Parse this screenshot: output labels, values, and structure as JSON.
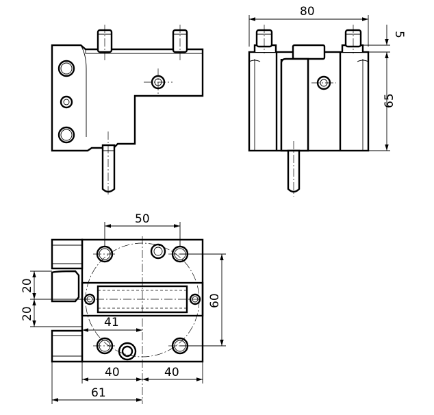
{
  "drawing": {
    "views": [
      "side-view",
      "front-view",
      "top-view"
    ],
    "dimensions": {
      "front_width": "80",
      "front_top_step": "5",
      "front_height": "65",
      "top_hole_spacing": "50",
      "top_height": "60",
      "top_slot_upper": "20",
      "top_slot_lower": "20",
      "top_inner_offset": "41",
      "top_left_half": "40",
      "top_right_half": "40",
      "top_total_offset": "61"
    }
  }
}
